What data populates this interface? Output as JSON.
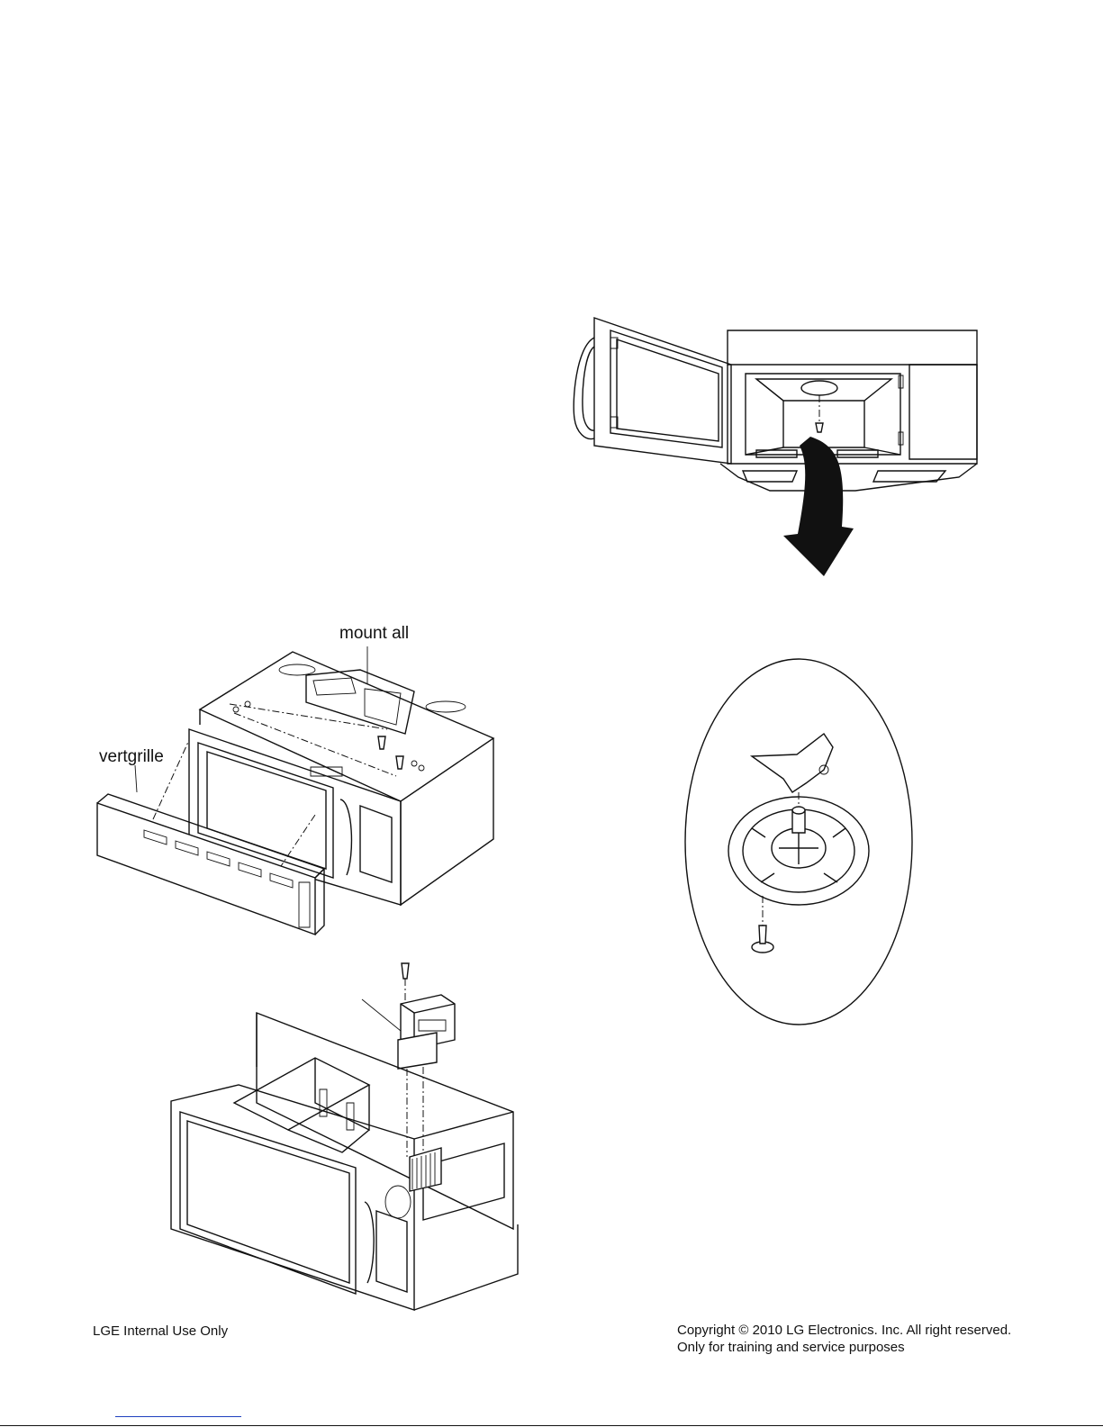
{
  "labels": {
    "mount_all": "mount all",
    "vertgrille": "vertgrille"
  },
  "footer": {
    "left": "LGE Internal Use Only",
    "copyright": "Copyright © 2010 LG Electronics. Inc. All right reserved.",
    "purpose": "Only for training and service purposes"
  },
  "icons": [
    "lamp-cover-screw-icon",
    "down-arrow-icon"
  ]
}
